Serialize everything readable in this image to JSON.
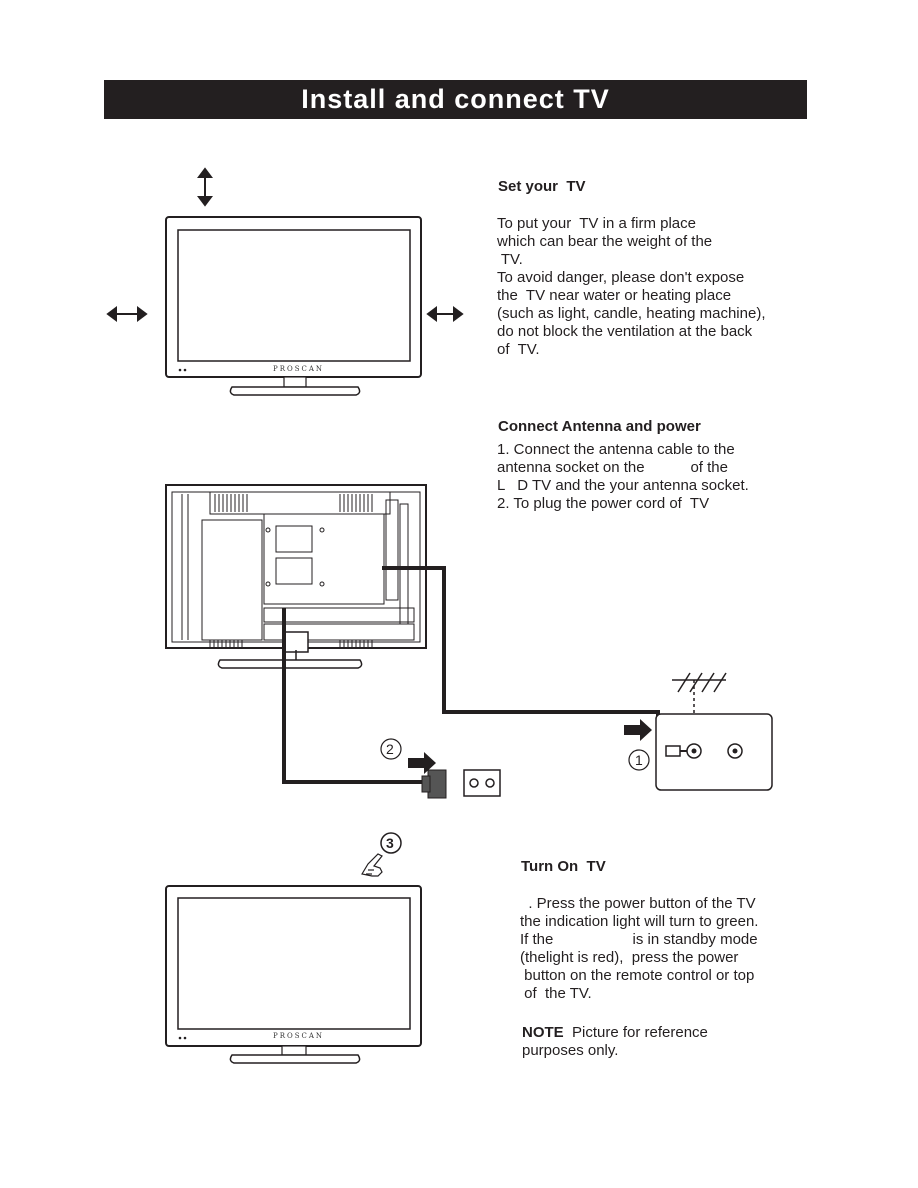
{
  "page": {
    "title": "Install and connect  TV"
  },
  "tv_brand": "PROSCAN",
  "section1": {
    "heading": "Set your  TV",
    "lines": [
      "To put your  TV in a firm place",
      "which can bear the weight of the",
      " TV.",
      "To avoid danger, please don't expose",
      "the  TV near water or heating place",
      "(such as light, candle, heating machine),",
      "do not block the ventilation at the back",
      "of  TV."
    ]
  },
  "section2": {
    "heading": "Connect Antenna and power",
    "lines": [
      "1. Connect the antenna cable to the",
      "antenna socket on the           of the",
      "L   D TV and the your antenna socket.",
      "2. To plug the power cord of  TV"
    ],
    "callouts": [
      "2",
      "1"
    ]
  },
  "section3": {
    "heading": "Turn On  TV",
    "step_badge": "3",
    "lines": [
      "  . Press the power button of the TV",
      "the indication light will turn to green.",
      "If the                   is in standby mode",
      "(thelight is red),  press the power",
      " button on the remote control or top",
      " of  the TV."
    ],
    "note_label": "NOTE",
    "note_text": "  Picture for reference",
    "note_line2": "purposes only."
  }
}
